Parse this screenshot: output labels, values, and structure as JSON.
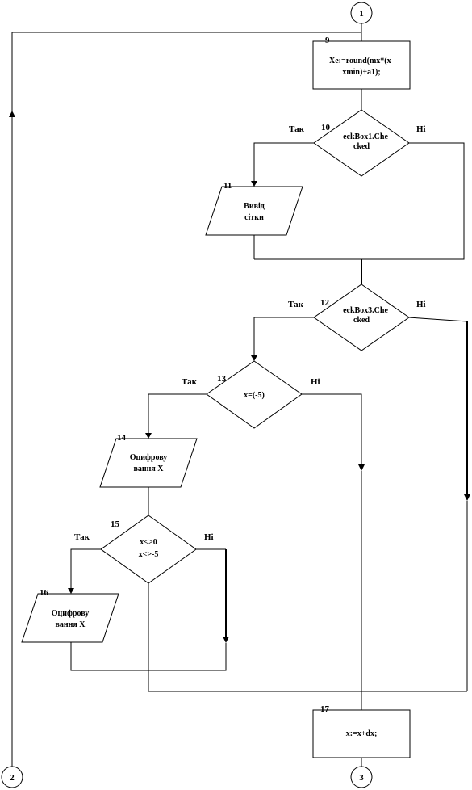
{
  "connectors": {
    "top": "1",
    "left_bottom": "2",
    "bottom": "3"
  },
  "blocks": {
    "b9": {
      "num": "9",
      "lines": [
        "Xe:=round(mx*(x-",
        "xmin)+a1);"
      ]
    },
    "b10": {
      "num": "10",
      "lines": [
        "eckBox1.Che",
        "cked"
      ],
      "yes": "Так",
      "no": "Ні"
    },
    "b11": {
      "num": "11",
      "lines": [
        "Вивід",
        "сітки"
      ]
    },
    "b12": {
      "num": "12",
      "lines": [
        "eckBox3.Che",
        "cked"
      ],
      "yes": "Так",
      "no": "Ні"
    },
    "b13": {
      "num": "13",
      "lines": [
        "x=(-5)"
      ],
      "yes": "Так",
      "no": "Ні"
    },
    "b14": {
      "num": "14",
      "lines": [
        "Оцифрову",
        "вання X"
      ]
    },
    "b15": {
      "num": "15",
      "lines": [
        "x<>0",
        "x<>-5"
      ],
      "yes": "Так",
      "no": "Ні"
    },
    "b16": {
      "num": "16",
      "lines": [
        "Оцифрову",
        "вання X"
      ]
    },
    "b17": {
      "num": "17",
      "lines": [
        "x:=x+dx;"
      ]
    }
  }
}
